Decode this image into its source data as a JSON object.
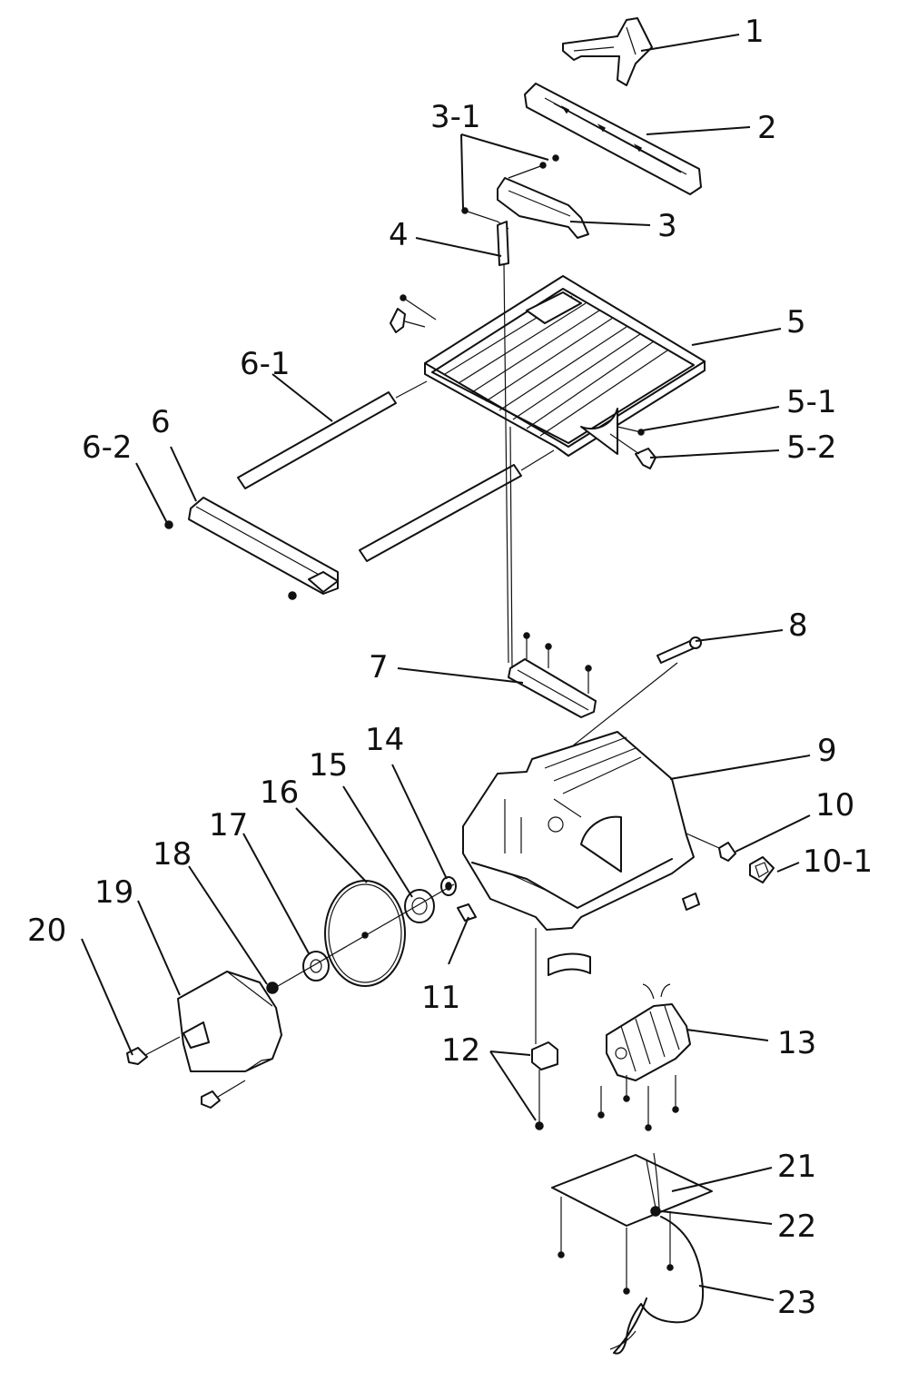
{
  "parts": [
    {
      "id": "p1",
      "label": "1"
    },
    {
      "id": "p2",
      "label": "2"
    },
    {
      "id": "p3-1",
      "label": "3-1"
    },
    {
      "id": "p3",
      "label": "3"
    },
    {
      "id": "p4",
      "label": "4"
    },
    {
      "id": "p5",
      "label": "5"
    },
    {
      "id": "p6-1",
      "label": "6-1"
    },
    {
      "id": "p5-1",
      "label": "5-1"
    },
    {
      "id": "p6",
      "label": "6"
    },
    {
      "id": "p6-2",
      "label": "6-2"
    },
    {
      "id": "p5-2",
      "label": "5-2"
    },
    {
      "id": "p8",
      "label": "8"
    },
    {
      "id": "p7",
      "label": "7"
    },
    {
      "id": "p14",
      "label": "14"
    },
    {
      "id": "p15",
      "label": "15"
    },
    {
      "id": "p9",
      "label": "9"
    },
    {
      "id": "p16",
      "label": "16"
    },
    {
      "id": "p17",
      "label": "17"
    },
    {
      "id": "p10",
      "label": "10"
    },
    {
      "id": "p18",
      "label": "18"
    },
    {
      "id": "p19",
      "label": "19"
    },
    {
      "id": "p10-1",
      "label": "10-1"
    },
    {
      "id": "p20",
      "label": "20"
    },
    {
      "id": "p11",
      "label": "11"
    },
    {
      "id": "p12",
      "label": "12"
    },
    {
      "id": "p13",
      "label": "13"
    },
    {
      "id": "p21",
      "label": "21"
    },
    {
      "id": "p22",
      "label": "22"
    },
    {
      "id": "p23",
      "label": "23"
    }
  ]
}
